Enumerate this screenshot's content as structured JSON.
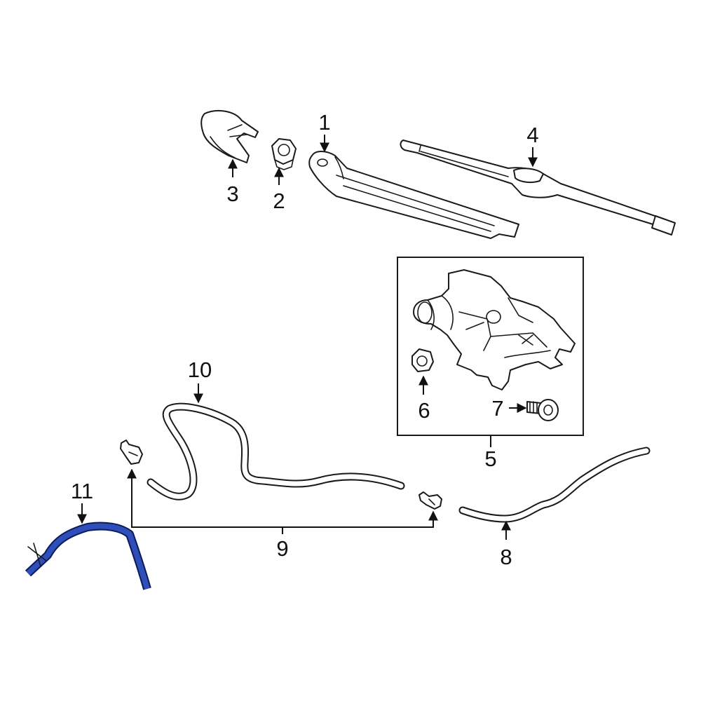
{
  "highlight_color": "#2e4fb8",
  "callouts": {
    "c1": "1",
    "c2": "2",
    "c3": "3",
    "c4": "4",
    "c5": "5",
    "c6": "6",
    "c7": "7",
    "c8": "8",
    "c9": "9",
    "c10": "10",
    "c11": "11"
  },
  "highlighted_part": "11"
}
